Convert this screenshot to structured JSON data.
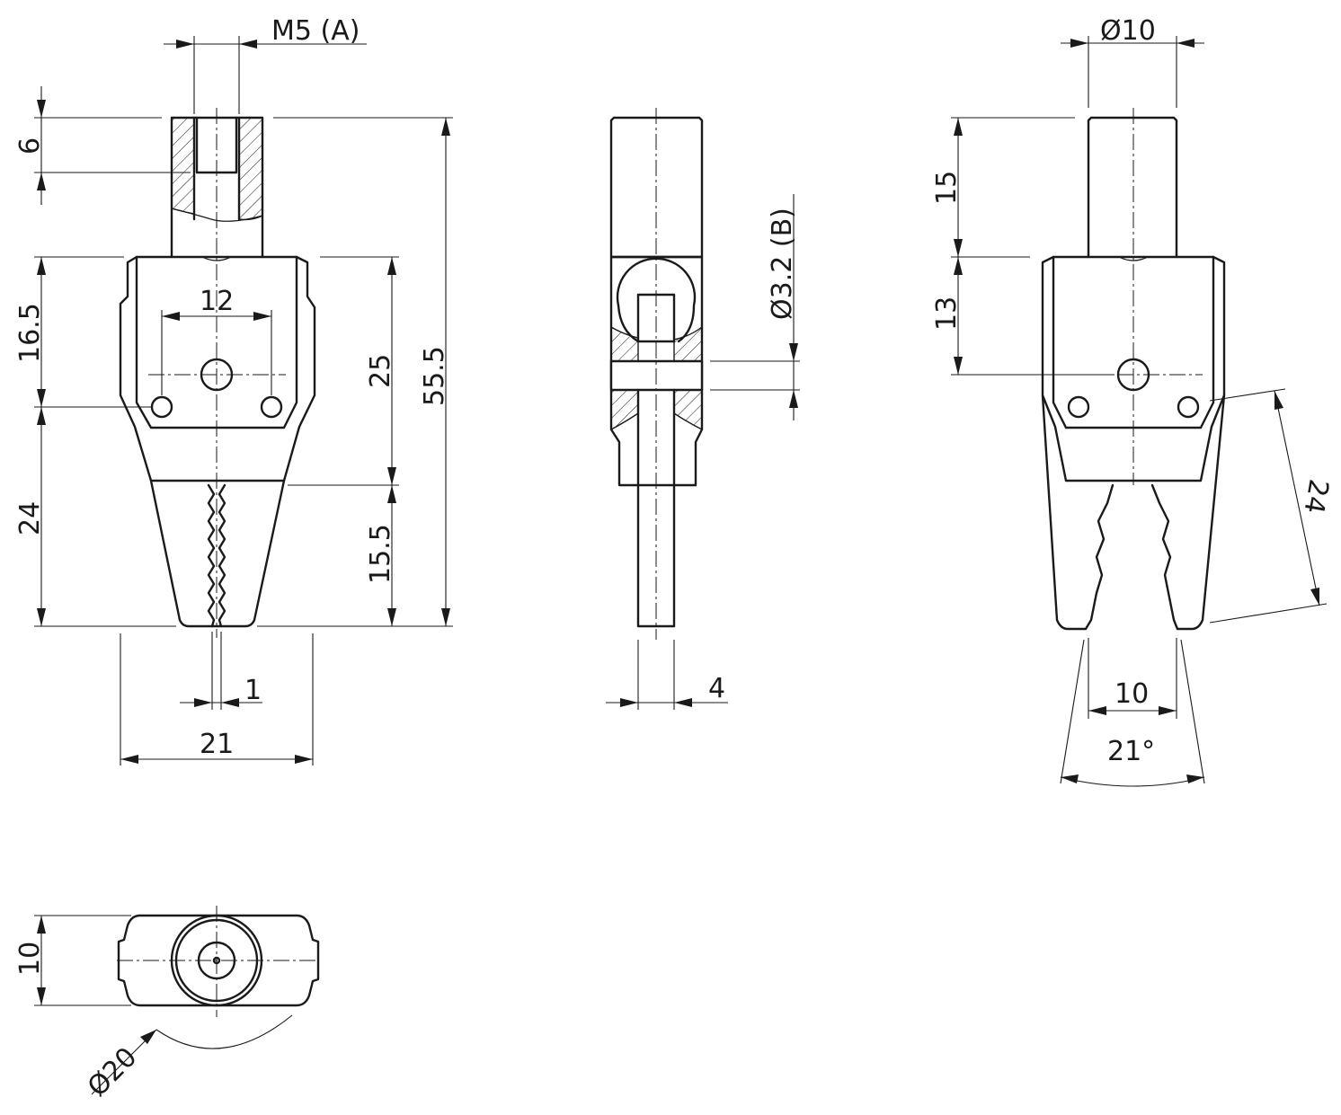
{
  "colors": {
    "line": "#1a1a1a",
    "background": "#ffffff"
  },
  "dimensions": {
    "thread": "M5 (A)",
    "thread_depth": "6",
    "hole_spacing": "12",
    "upper_height": "16.5",
    "jaw_height": "24",
    "body_height": "25",
    "overall_height": "55.5",
    "jaw_length": "15.5",
    "jaw_gap": "1",
    "width": "21",
    "pin_hole": "Ø3.2 (B)",
    "jaw_thickness": "4",
    "shank_diameter": "Ø10",
    "shank_length": "15",
    "hole_offset": "13",
    "jaw_open_length": "24",
    "jaw_open_gap": "10",
    "jaw_angle": "21°",
    "bottom_height": "10",
    "bottom_diameter": "Ø20"
  }
}
